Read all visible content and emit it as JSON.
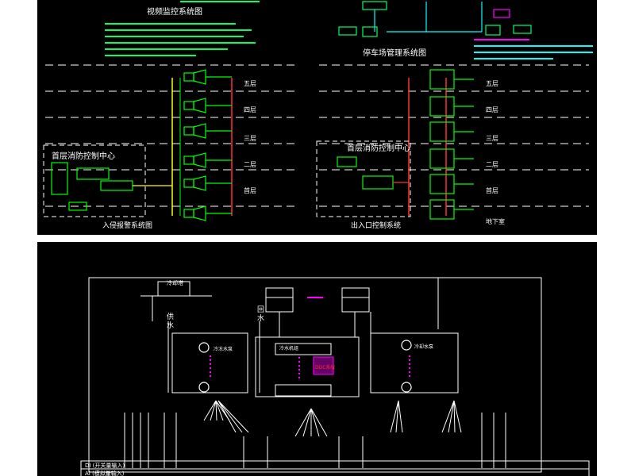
{
  "top_left": {
    "title": "视频监控系统图",
    "bottom_title": "入侵报警系统图",
    "control_center": "首层消防控制中心",
    "floors": [
      "五层",
      "四层",
      "三层",
      "二层",
      "首层"
    ]
  },
  "top_right": {
    "title": "停车场管理系统图",
    "bottom_title": "出入口控制系统",
    "control_center": "首层消防控制中心",
    "floors": [
      "五层",
      "四层",
      "三层",
      "二层",
      "首层",
      "地下室"
    ]
  },
  "bottom": {
    "tank_label": "冷却塔",
    "supply_label": [
      "供",
      "水"
    ],
    "return_label": [
      "回",
      "水"
    ],
    "chiller_label": "冷水机组",
    "pump_left_label": "冷冻水泵",
    "pump_right_label": "冷却水泵",
    "center_label": "DDC系统",
    "bus_rows": [
      "DI (开关量输入)",
      "AI (模拟量输入)"
    ]
  },
  "colors": {
    "green": "#00ff00",
    "cyan": "#00ffff",
    "red": "#ff3030",
    "white": "#ffffff",
    "yellow": "#ffff00",
    "magenta": "#ff00ff"
  }
}
